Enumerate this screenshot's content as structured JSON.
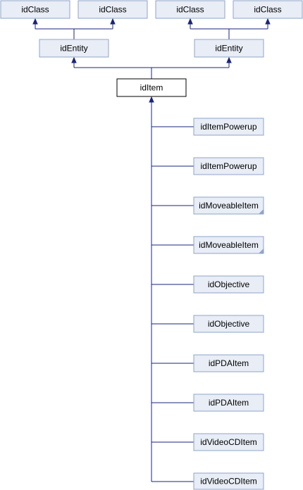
{
  "nodes": {
    "class_1": "idClass",
    "class_2": "idClass",
    "class_3": "idClass",
    "class_4": "idClass",
    "entity_1": "idEntity",
    "entity_2": "idEntity",
    "item": "idItem",
    "children": [
      "idItemPowerup",
      "idItemPowerup",
      "idMoveableItem",
      "idMoveableItem",
      "idObjective",
      "idObjective",
      "idPDAItem",
      "idPDAItem",
      "idVideoCDItem",
      "idVideoCDItem"
    ]
  },
  "colors": {
    "box_fill": "#e8edf6",
    "box_border": "#8fa4c8",
    "edge": "#1a237e",
    "current_border": "#000000"
  }
}
